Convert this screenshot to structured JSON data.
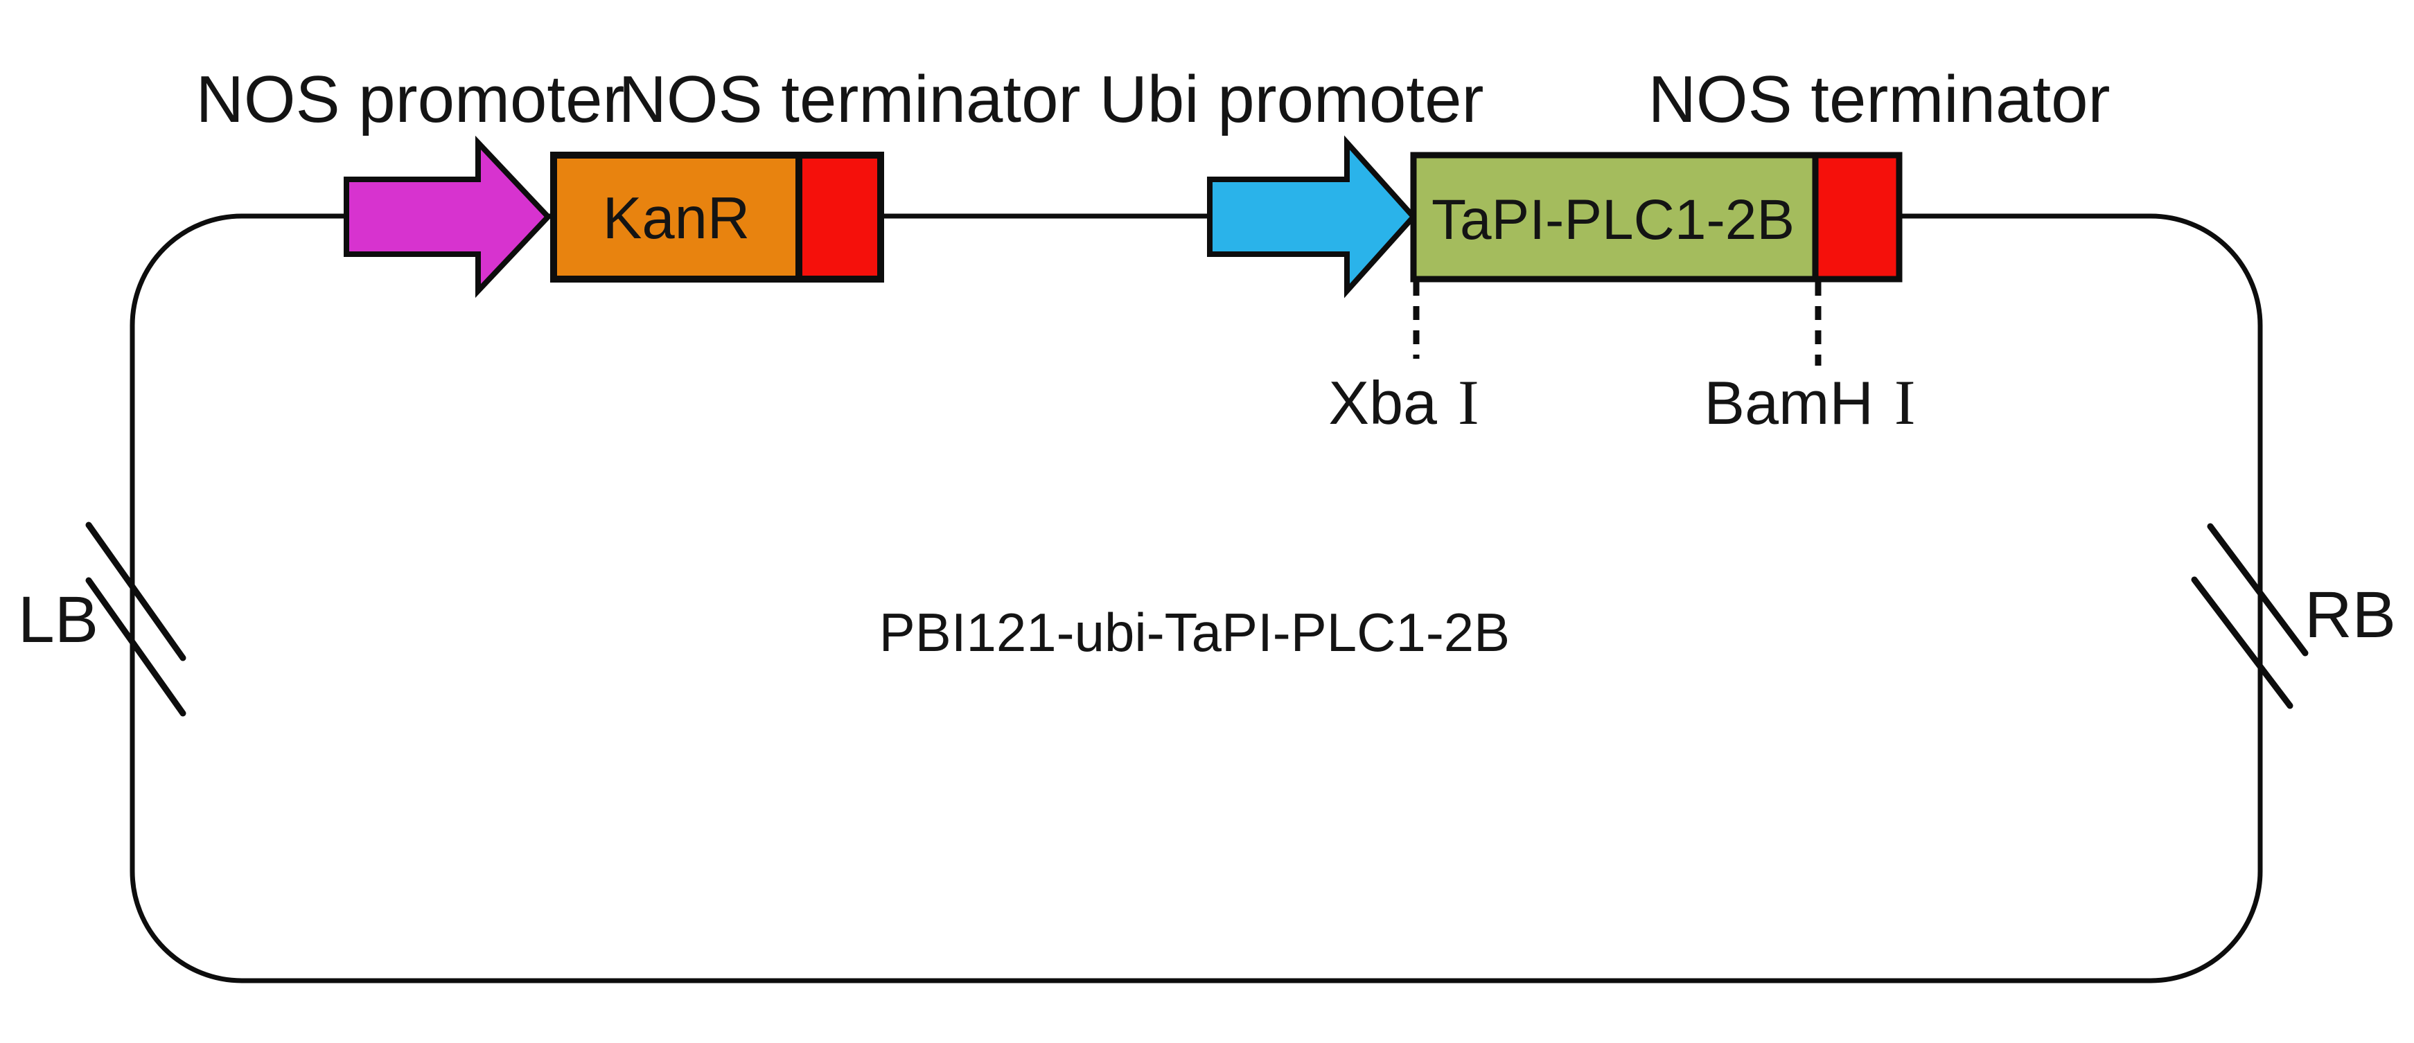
{
  "title": "PBI121-ubi-TaPI-PLC1-2B",
  "labels": {
    "nos_promoter": "NOS promoter",
    "nos_terminator_left": "NOS terminator",
    "ubi_promoter": "Ubi promoter",
    "nos_terminator_right": "NOS terminator",
    "kanr_gene": "KanR",
    "insert_gene": "TaPI-PLC1-2B",
    "left_border": "LB",
    "right_border": "RB"
  },
  "restriction_sites": {
    "xba": {
      "name": "Xba",
      "numeral": "I"
    },
    "bamh": {
      "name": "BamH",
      "numeral": "I"
    }
  },
  "colors": {
    "nos_promoter_arrow": "#d733cf",
    "ubi_promoter_arrow": "#2ab3ea",
    "kanr_box": "#e8830f",
    "terminator_box": "#f5100b",
    "gene_box": "#a4bc5d",
    "outline": "#0d0d0d",
    "background": "#ffffff"
  }
}
